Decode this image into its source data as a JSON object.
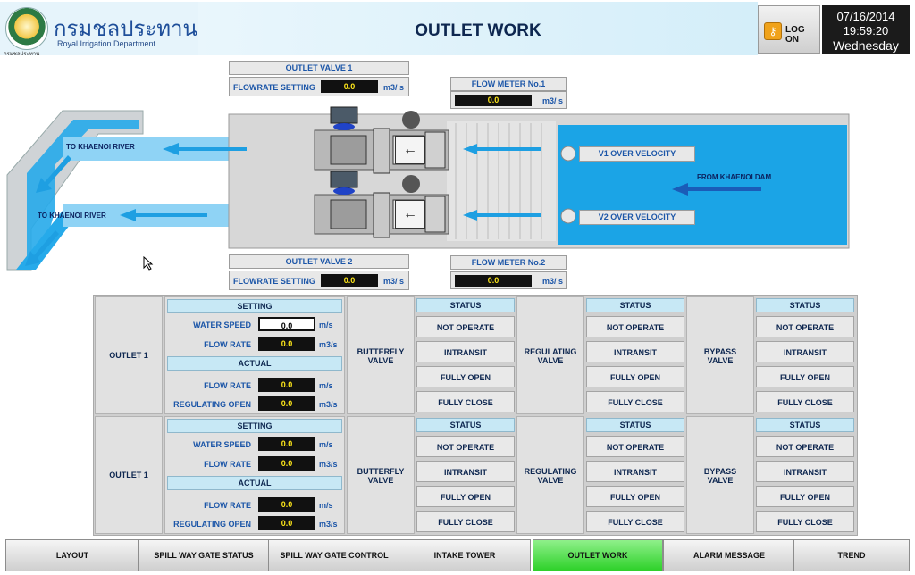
{
  "header": {
    "org_thai": "กรมชลประทาน",
    "org_english": "Royal Irrigation Department",
    "seal_caption": "กรมชลประทาน",
    "title": "OUTLET WORK",
    "logon_label": "LOG ON",
    "date": "07/16/2014",
    "time": "19:59:20",
    "weekday": "Wednesday"
  },
  "process": {
    "outlet_valve_1": {
      "title": "OUTLET VALVE 1",
      "setting_label": "FLOWRATE SETTING",
      "value": "0.0",
      "unit": "m3/ s"
    },
    "outlet_valve_2": {
      "title": "OUTLET VALVE 2",
      "setting_label": "FLOWRATE SETTING",
      "value": "0.0",
      "unit": "m3/ s"
    },
    "flow_meter_1": {
      "title": "FLOW METER No.1",
      "value": "0.0",
      "unit": "m3/ s"
    },
    "flow_meter_2": {
      "title": "FLOW METER No.2",
      "value": "0.0",
      "unit": "m3/ s"
    },
    "river_label_1": "TO KHAENOI RIVER",
    "river_label_2": "TO KHAENOI RIVER",
    "dam_label": "FROM KHAENOI DAM",
    "v1_over_velocity": "V1 OVER VELOCITY",
    "v2_over_velocity": "V2 OVER VELOCITY",
    "flow_symbol": "←"
  },
  "outlets": [
    {
      "name": "OUTLET 1",
      "setting_header": "SETTING",
      "water_speed_label": "WATER SPEED",
      "water_speed_value": "0.0",
      "water_speed_unit": "m/s",
      "flow_rate_label": "FLOW RATE",
      "flow_rate_value": "0.0",
      "flow_rate_unit": "m3/s",
      "actual_header": "ACTUAL",
      "actual_flow_label": "FLOW RATE",
      "actual_flow_value": "0.0",
      "actual_flow_unit": "m/s",
      "reg_open_label": "REGULATING OPEN",
      "reg_open_value": "0.0",
      "reg_open_unit": "m3/s",
      "butterfly": {
        "label": "BUTTERFLY VALVE",
        "status_header": "STATUS",
        "states": [
          "NOT OPERATE",
          "INTRANSIT",
          "FULLY OPEN",
          "FULLY CLOSE"
        ]
      },
      "regulating": {
        "label": "REGULATING VALVE",
        "status_header": "STATUS",
        "states": [
          "NOT OPERATE",
          "INTRANSIT",
          "FULLY OPEN",
          "FULLY CLOSE"
        ]
      },
      "bypass": {
        "label": "BYPASS VALVE",
        "status_header": "STATUS",
        "states": [
          "NOT OPERATE",
          "INTRANSIT",
          "FULLY OPEN",
          "FULLY CLOSE"
        ]
      }
    },
    {
      "name": "OUTLET 1",
      "setting_header": "SETTING",
      "water_speed_label": "WATER SPEED",
      "water_speed_value": "0.0",
      "water_speed_unit": "m/s",
      "flow_rate_label": "FLOW RATE",
      "flow_rate_value": "0.0",
      "flow_rate_unit": "m3/s",
      "actual_header": "ACTUAL",
      "actual_flow_label": "FLOW RATE",
      "actual_flow_value": "0.0",
      "actual_flow_unit": "m/s",
      "reg_open_label": "REGULATING OPEN",
      "reg_open_value": "0.0",
      "reg_open_unit": "m3/s",
      "butterfly": {
        "label": "BUTTERFLY VALVE",
        "status_header": "STATUS",
        "states": [
          "NOT OPERATE",
          "INTRANSIT",
          "FULLY OPEN",
          "FULLY CLOSE"
        ]
      },
      "regulating": {
        "label": "REGULATING VALVE",
        "status_header": "STATUS",
        "states": [
          "NOT OPERATE",
          "INTRANSIT",
          "FULLY OPEN",
          "FULLY CLOSE"
        ]
      },
      "bypass": {
        "label": "BYPASS VALVE",
        "status_header": "STATUS",
        "states": [
          "NOT OPERATE",
          "INTRANSIT",
          "FULLY OPEN",
          "FULLY CLOSE"
        ]
      }
    }
  ],
  "nav": {
    "items": [
      "LAYOUT",
      "SPILL WAY GATE STATUS",
      "SPILL WAY GATE CONTROL",
      "INTAKE TOWER",
      "OUTLET WORK",
      "ALARM MESSAGE",
      "TREND"
    ],
    "active": "OUTLET WORK"
  },
  "colors": {
    "water": "#1ba4e6",
    "active_nav": "#34d630",
    "value_text": "#ffe81a"
  }
}
